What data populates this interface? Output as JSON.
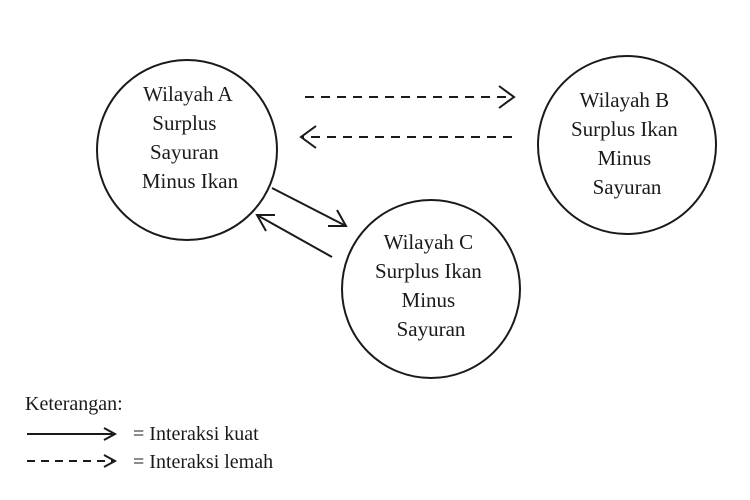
{
  "nodes": {
    "a": {
      "lines": [
        "Wilayah A",
        "Surplus",
        "Sayuran",
        "Minus Ikan"
      ]
    },
    "b": {
      "lines": [
        "Wilayah B",
        "Surplus Ikan",
        "Minus",
        "Sayuran"
      ]
    },
    "c": {
      "lines": [
        "Wilayah C",
        "Surplus Ikan",
        "Minus",
        "Sayuran"
      ]
    }
  },
  "edges": [
    {
      "from": "Wilayah A",
      "to": "Wilayah B",
      "style": "dashed"
    },
    {
      "from": "Wilayah B",
      "to": "Wilayah A",
      "style": "dashed"
    },
    {
      "from": "Wilayah A",
      "to": "Wilayah C",
      "style": "solid"
    },
    {
      "from": "Wilayah C",
      "to": "Wilayah A",
      "style": "solid"
    }
  ],
  "legend": {
    "title": "Keterangan:",
    "strong": "= Interaksi kuat",
    "weak": "= Interaksi lemah"
  }
}
